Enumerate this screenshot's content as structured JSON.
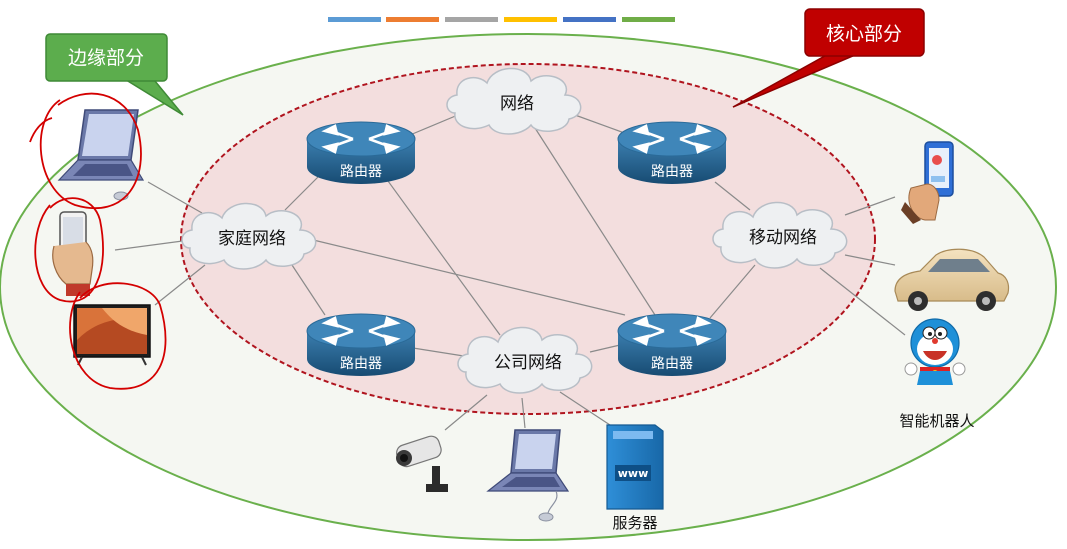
{
  "palette_bar": {
    "colors": [
      "#5b9bd5",
      "#ed7d31",
      "#a5a5a5",
      "#ffc000",
      "#4472c4",
      "#70ad47"
    ]
  },
  "callouts": {
    "edge": {
      "text": "边缘部分",
      "fill": "#5cad4d",
      "stroke": "#3f8a36"
    },
    "core": {
      "text": "核心部分",
      "fill": "#c00000",
      "stroke": "#8c0000"
    }
  },
  "regions": {
    "outer_edge": {
      "stroke": "#6ab04c",
      "fill": "#f5f7f2"
    },
    "core": {
      "stroke": "#b0141e",
      "fill": "#f3dede"
    }
  },
  "clouds": {
    "internet": "网络",
    "home": "家庭网络",
    "company": "公司网络",
    "mobile": "移动网络"
  },
  "routers": {
    "label": "路由器",
    "body_color": "#1f5f8b",
    "top_color": "#3d83b5"
  },
  "devices": {
    "server_label": "服务器",
    "server_badge": "www",
    "robot_label": "智能机器人"
  },
  "annotation_color": "#d40000"
}
